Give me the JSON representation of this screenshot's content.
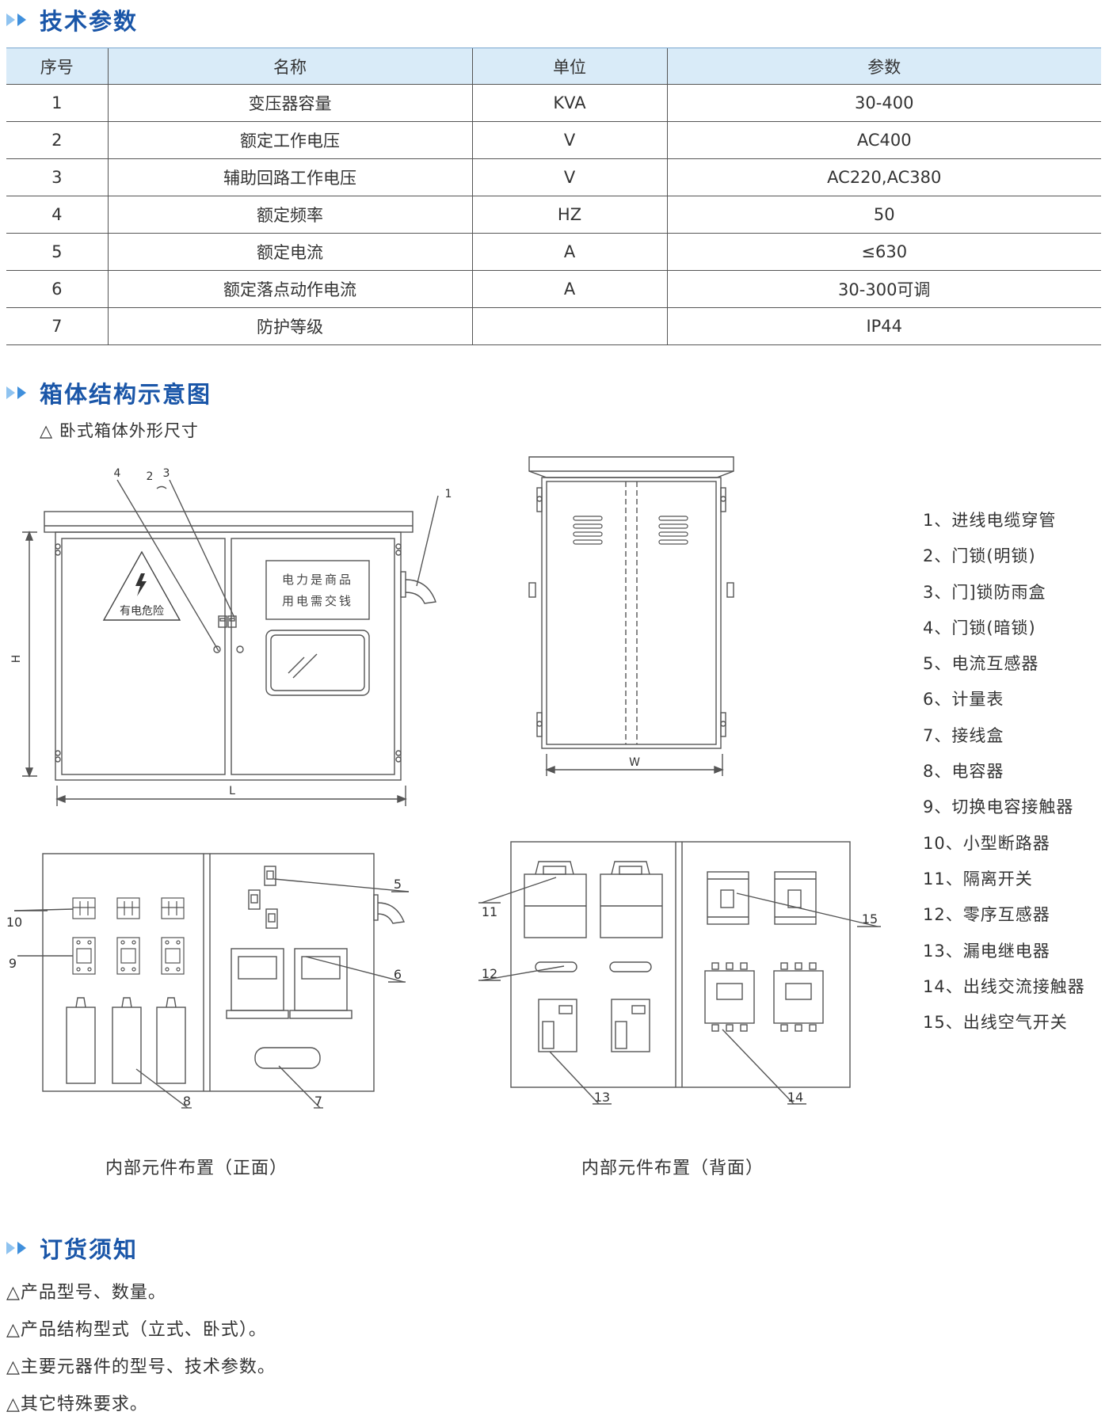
{
  "sections": {
    "tech": "技术参数",
    "structure": "箱体结构示意图",
    "order": "订货须知"
  },
  "table": {
    "headers": [
      "序号",
      "名称",
      "单位",
      "参数"
    ],
    "rows": [
      [
        "1",
        "变压器容量",
        "KVA",
        "30-400"
      ],
      [
        "2",
        "额定工作电压",
        "V",
        "AC400"
      ],
      [
        "3",
        "辅助回路工作电压",
        "V",
        "AC220,AC380"
      ],
      [
        "4",
        "额定频率",
        "HZ",
        "50"
      ],
      [
        "5",
        "额定电流",
        "A",
        "≤630"
      ],
      [
        "6",
        "额定落点动作电流",
        "A",
        "30-300可调"
      ],
      [
        "7",
        "防护等级",
        "",
        "IP44"
      ]
    ]
  },
  "structure_note": "△ 卧式箱体外形尺寸",
  "drawing": {
    "warning_text": "有电危险",
    "sign_line1": "电力是商品",
    "sign_line2": "用电需交钱",
    "dim_h": "H",
    "dim_l": "L",
    "dim_w": "W"
  },
  "legend": [
    "1、进线电缆穿管",
    "2、门锁(明锁)",
    "3、门]锁防雨盒",
    "4、门锁(暗锁)",
    "5、电流互感器",
    "6、计量表",
    "7、接线盒",
    "8、电容器",
    "9、切换电容接触器",
    "10、小型断路器",
    "11、隔离开关",
    "12、零序互感器",
    "13、漏电继电器",
    "14、出线交流接触器",
    "15、出线空气开关"
  ],
  "captions": {
    "front": "内部元件布置（正面）",
    "back": "内部元件布置（背面）"
  },
  "order_items": [
    "△产品型号、数量。",
    "△产品结构型式（立式、卧式）。",
    "△主要元器件的型号、技术参数。",
    "△其它特殊要求。"
  ]
}
